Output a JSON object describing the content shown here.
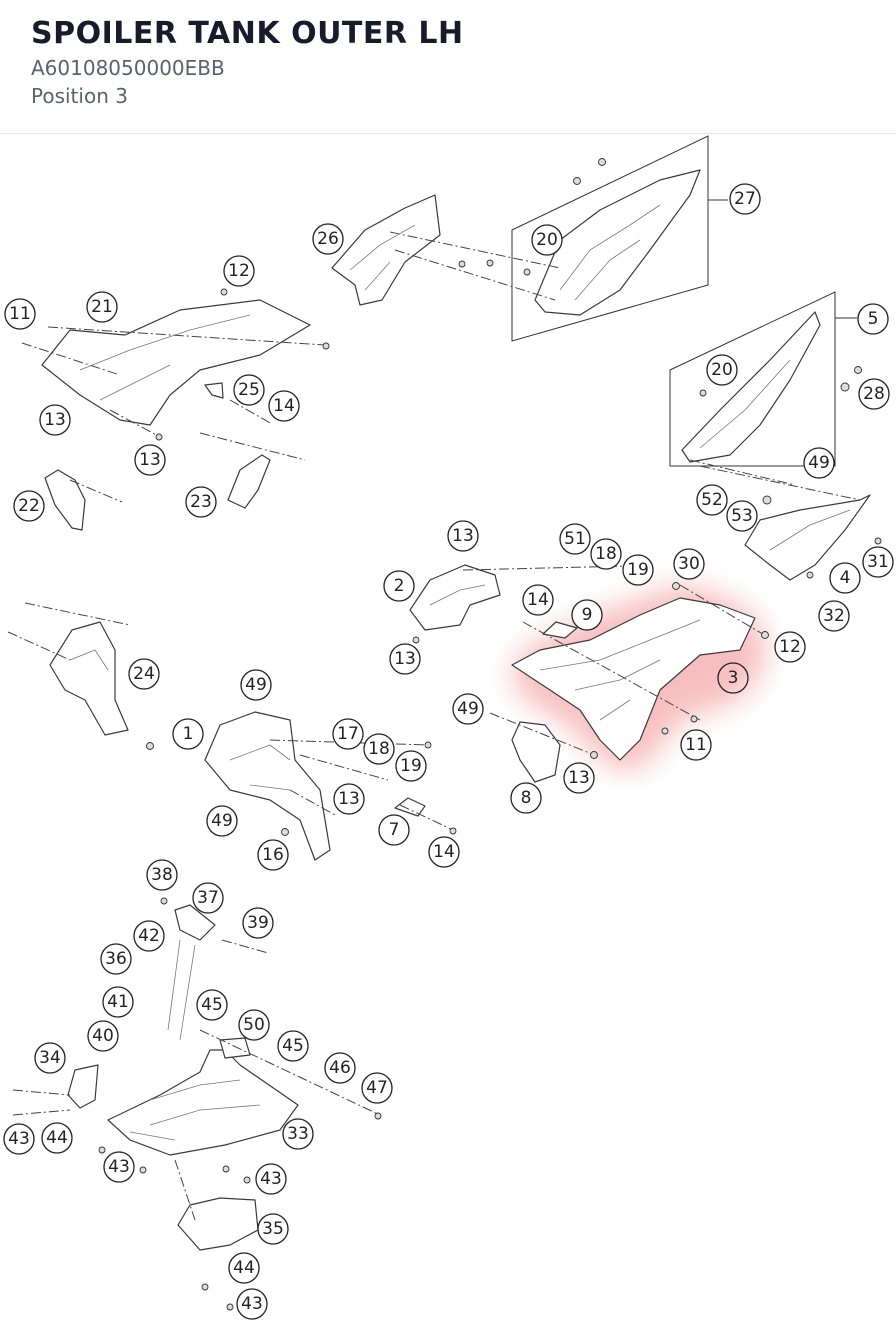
{
  "part": {
    "title": "SPOILER TANK OUTER LH",
    "number": "A60108050000EBB",
    "position": "Position 3"
  },
  "highlight": {
    "callout": "3",
    "color": "#f08a8a"
  },
  "callouts": [
    "27",
    "26",
    "20",
    "5",
    "20",
    "28",
    "12",
    "11",
    "21",
    "25",
    "14",
    "13",
    "13",
    "22",
    "23",
    "49",
    "52",
    "53",
    "31",
    "4",
    "32",
    "13",
    "51",
    "18",
    "19",
    "30",
    "2",
    "14",
    "9",
    "12",
    "13",
    "3",
    "24",
    "49",
    "49",
    "11",
    "1",
    "17",
    "18",
    "19",
    "13",
    "13",
    "8",
    "7",
    "14",
    "16",
    "49",
    "38",
    "37",
    "39",
    "42",
    "36",
    "41",
    "40",
    "45",
    "50",
    "45",
    "34",
    "46",
    "47",
    "43",
    "44",
    "33",
    "43",
    "43",
    "35",
    "44",
    "43"
  ]
}
